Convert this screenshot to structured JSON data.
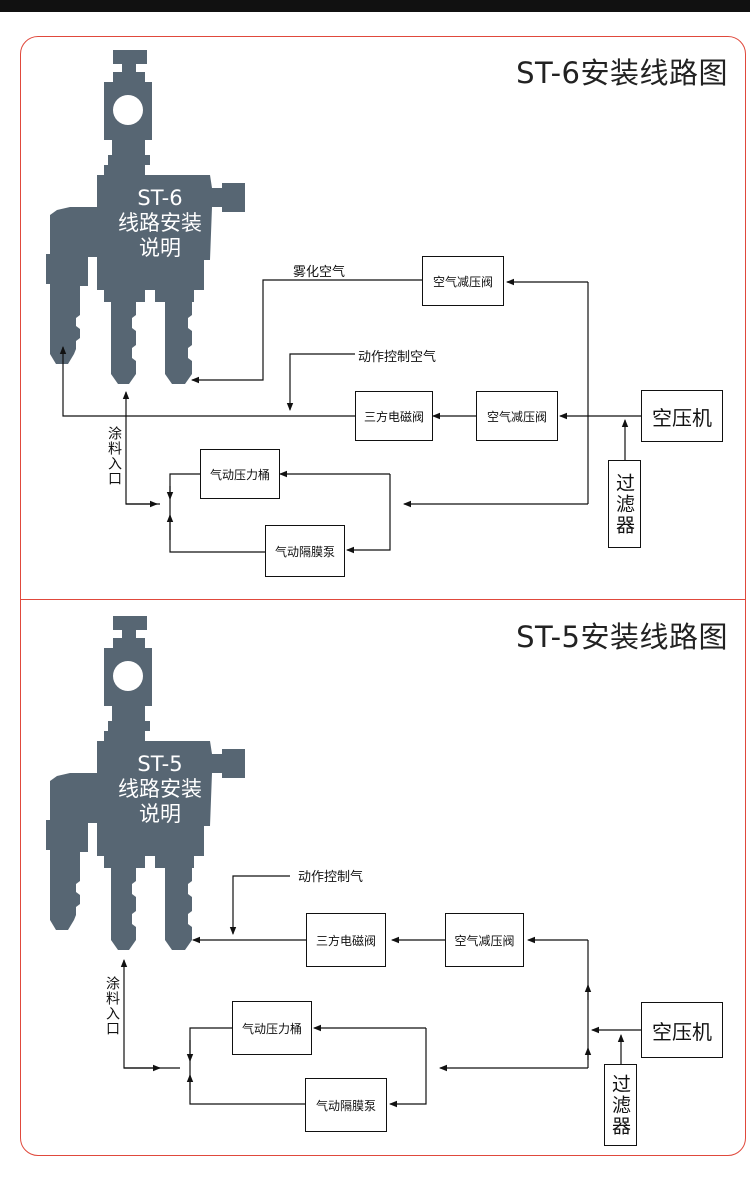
{
  "colors": {
    "frame": "#e0493c",
    "gun": "#576673",
    "line": "#111111"
  },
  "section1": {
    "title": "ST-6安装线路图",
    "gun_label": {
      "model": "ST-6",
      "line1": "线路安装",
      "line2": "说明"
    },
    "boxes": {
      "reducer_top": "空气减压阀",
      "solenoid": "三方电磁阀",
      "reducer_mid": "空气减压阀",
      "compressor": "空压机",
      "filter": "过滤器",
      "tank": "气动压力桶",
      "pump": "气动隔膜泵"
    },
    "labels": {
      "atomizing": "雾化空气",
      "control": "动作控制空气",
      "paint_inlet": "涂料入口"
    }
  },
  "section2": {
    "title": "ST-5安装线路图",
    "gun_label": {
      "model": "ST-5",
      "line1": "线路安装",
      "line2": "说明"
    },
    "boxes": {
      "solenoid": "三方电磁阀",
      "reducer": "空气减压阀",
      "compressor": "空压机",
      "filter": "过滤器",
      "tank": "气动压力桶",
      "pump": "气动隔膜泵"
    },
    "labels": {
      "control": "动作控制气",
      "paint_inlet": "涂料入口"
    }
  }
}
